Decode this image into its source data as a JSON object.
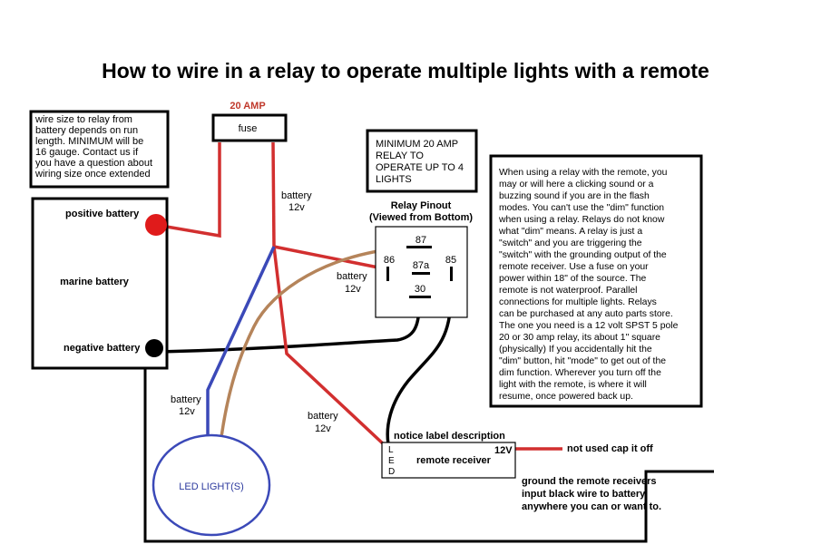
{
  "title": "How to wire in a relay to operate multiple lights with a remote",
  "amp_label": "20 AMP",
  "fuse_label": "fuse",
  "wire_size_note": [
    "wire size to relay from",
    "battery depends on run",
    "length. MINIMUM will be",
    "16 gauge.  Contact us if",
    "you have a question about",
    "wiring size once extended"
  ],
  "battery": {
    "positive": "positive battery",
    "name": "marine battery",
    "negative": "negative battery"
  },
  "min_amp_note": [
    "MINIMUM 20 AMP",
    "RELAY TO",
    "OPERATE UP TO 4",
    "LIGHTS"
  ],
  "relay_pinout": {
    "title": "Relay Pinout",
    "subtitle": "(Viewed from Bottom)",
    "pins": [
      "87",
      "86",
      "87a",
      "85",
      "30"
    ]
  },
  "battery_12v_label": "12v",
  "battery_word": "battery",
  "remote_note": [
    "When using a relay with the remote, you",
    "may or will here a clicking sound or a",
    "buzzing sound if you are in the flash",
    "modes.  You can't use the \"dim\" function",
    "when using a relay.  Relays do not know",
    "what \"dim\" means.  A relay is just a",
    "\"switch\" and you are triggering the",
    "\"switch\" with the grounding output of the",
    "remote receiver.  Use a fuse on your",
    "power within 18\" of the source.  The",
    "remote is not waterproof. Parallel",
    "connections for multiple lights.  Relays",
    "can be purchased at any auto parts store.",
    "The one you need is a 12 volt SPST 5 pole",
    "20 or 30 amp relay, its about 1\" square",
    "(physically)  If you accidentally hit the",
    "\"dim\" button, hit \"mode\" to get out of the",
    "dim function.  Wherever you turn off the",
    "light with the remote, is where it will",
    "resume, once powered back up."
  ],
  "led_light_label": "LED LIGHT(S)",
  "receiver": {
    "notice": "notice label description",
    "led_letters": [
      "L",
      "E",
      "D"
    ],
    "name": "remote receiver",
    "voltage": "12V",
    "unused_note": "not used cap it off"
  },
  "ground_note": [
    "ground the remote receivers",
    "input black wire to battery",
    "anywhere you can or want to."
  ],
  "colors": {
    "red": "#d22f2f",
    "blue": "#3b49b8",
    "brown": "#b5845a",
    "black": "#000000",
    "title_red": "#c0392b"
  }
}
